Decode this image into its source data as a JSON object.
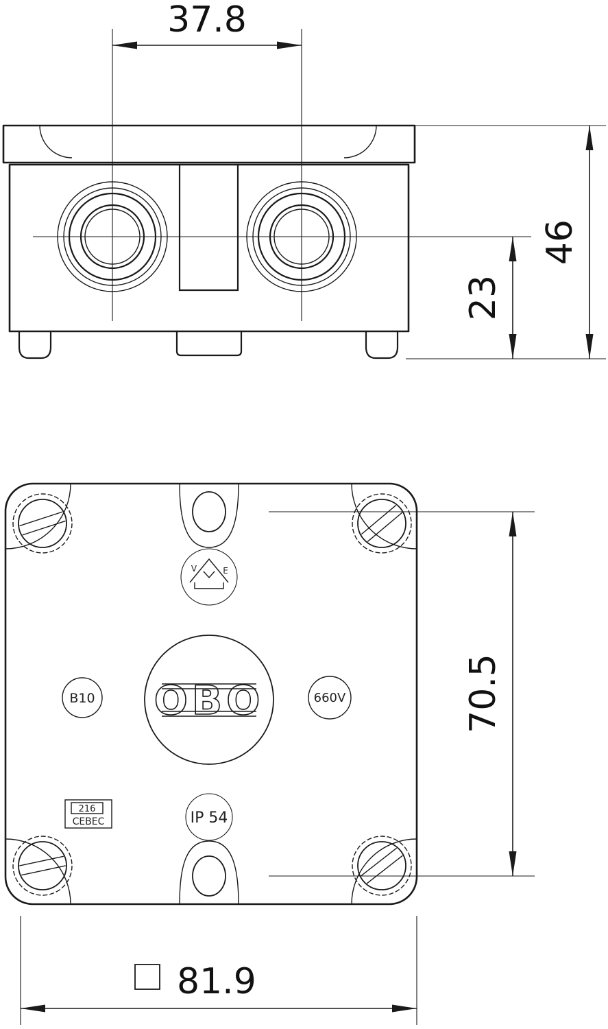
{
  "drawing": {
    "colors": {
      "line": "#1a1a1a",
      "background": "#ffffff"
    },
    "front_view": {
      "dim_width": "37.8",
      "dim_height_total": "46",
      "dim_height_entry": "23"
    },
    "bottom_view": {
      "dim_hole_spacing": "70.5",
      "dim_outer": "81.9",
      "markings": {
        "type_circle": "B10",
        "brand": "OBO",
        "voltage_circle": "660V",
        "cert_number": "216",
        "cert_body": "CEBEC",
        "ip_rating": "IP 54",
        "vde_left": "V",
        "vde_right": "E"
      }
    }
  }
}
